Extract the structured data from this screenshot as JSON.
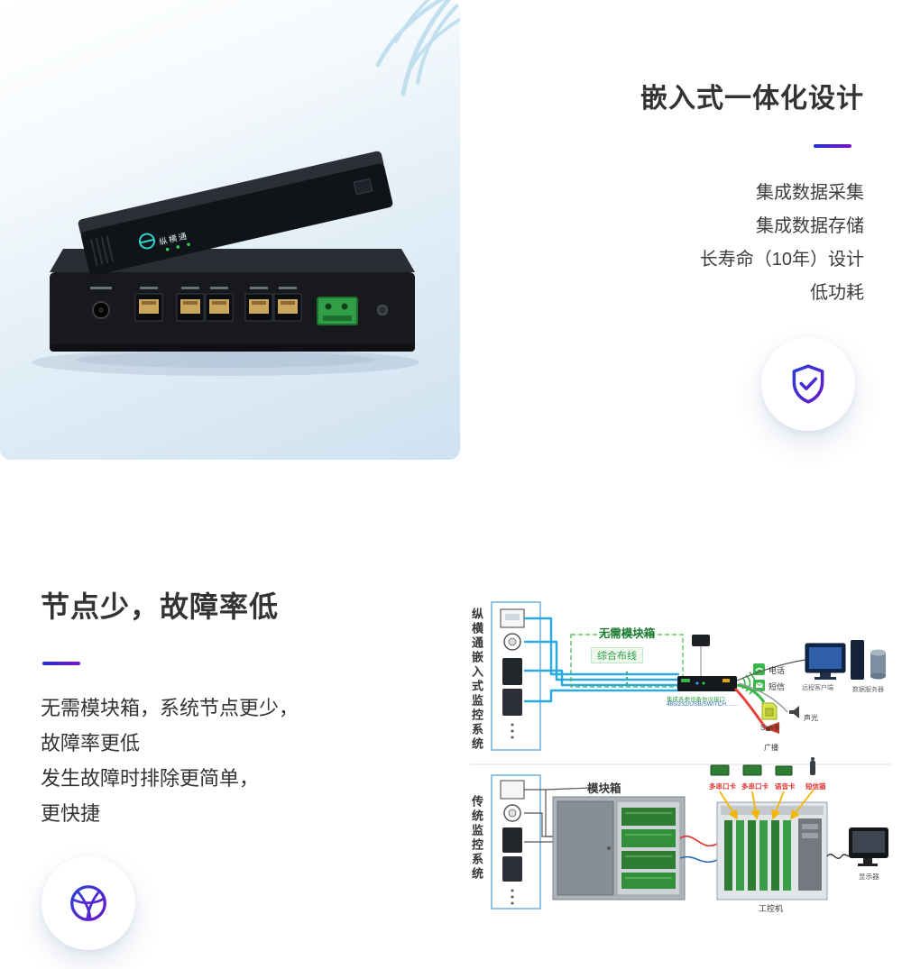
{
  "product": {
    "logo_text": "纵横通"
  },
  "section1": {
    "title": "嵌入式一体化设计",
    "features": [
      "集成数据采集",
      "集成数据存储",
      "长寿命（10年）设计",
      "低功耗"
    ]
  },
  "section2": {
    "title": "节点少，故障率低",
    "lines": [
      "无需模块箱，系统节点更少，",
      "故障率更低",
      "发生故障时排除更简单，",
      "更快捷"
    ]
  },
  "diagram": {
    "embedded": {
      "system_label": "纵横通嵌入式监控系统",
      "no_module_box": "无需模块箱",
      "cabling": "综合布线",
      "host_note1": "集成各类设备协议接口",
      "host_note2": "485/232/USB/SWITCH……",
      "phone": "电话",
      "sms": "短信",
      "sim": "Sim卡",
      "broadcast": "广播",
      "sound_light": "声光",
      "remote_client": "远程客户端",
      "server": "数据服务器"
    },
    "traditional": {
      "system_label": "传统监控系统",
      "module_box": "模块箱",
      "cards": [
        "多串口卡",
        "多串口卡",
        "语音卡",
        "短信猫"
      ],
      "ipc": "工控机",
      "monitor": "显示器"
    }
  },
  "colors": {
    "accent_start": "#2030cf",
    "accent_end": "#7a15c8",
    "green": "#3cb54a",
    "cable_blue": "#29abe2"
  }
}
